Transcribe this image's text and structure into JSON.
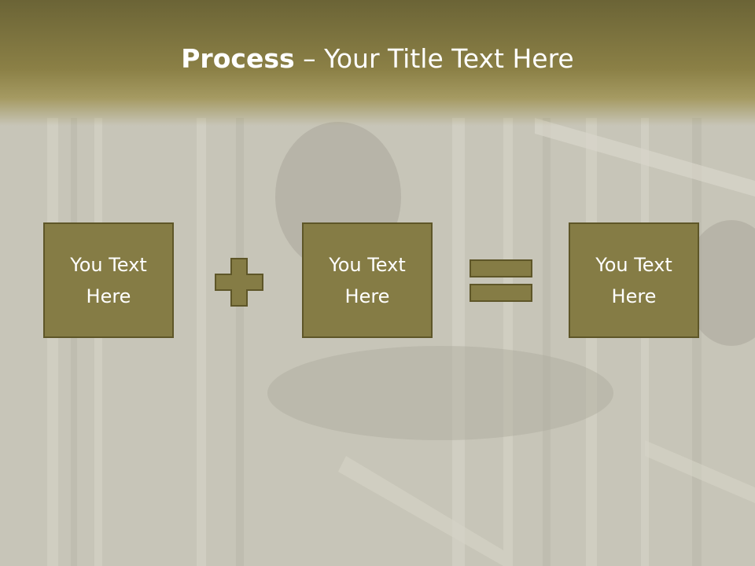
{
  "slide": {
    "title_bold": "Process",
    "title_rest": " – Your Title Text Here",
    "boxes": [
      {
        "label": "You Text Here"
      },
      {
        "label": "You Text Here"
      },
      {
        "label": "You Text Here"
      }
    ],
    "operators": [
      "plus-icon",
      "equals-icon"
    ],
    "colors": {
      "title_band": "#8b8046",
      "box_fill": "#857c45",
      "box_border": "#5e5628",
      "background": "#c6c4b7"
    }
  }
}
